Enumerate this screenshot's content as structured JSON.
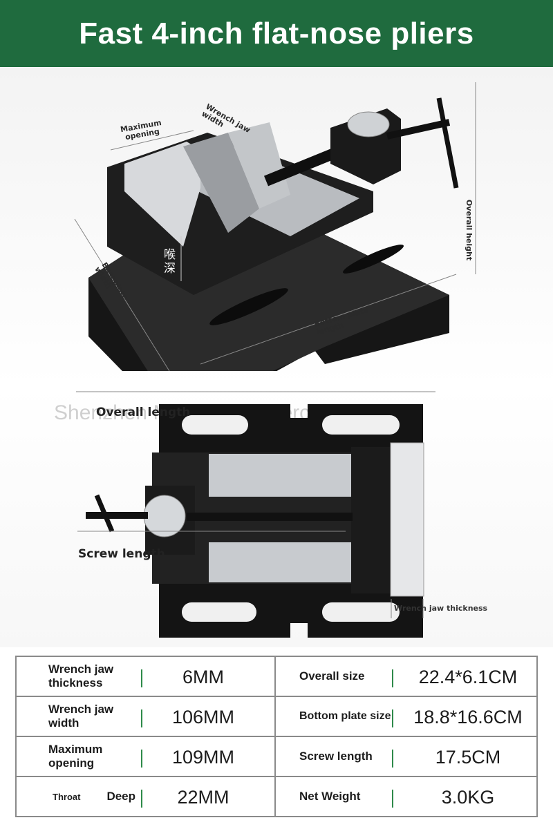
{
  "banner": {
    "title": "Fast 4-inch flat-nose pliers"
  },
  "diagram_labels": {
    "maximum_opening": "Maximum opening",
    "wrench_jaw_width": "Wrench jaw width",
    "overall_height": "Overall height",
    "baseplate_width": "Baseplate width",
    "bottom_plate_length": "Bottom plate length",
    "throat_chinese": "喉深",
    "overall_length": "Overall length",
    "screw_length": "Screw length",
    "wrench_jaw_thickness": "Wrench jaw thickness",
    "watermark": "Shenzhen Ming E-commerce Co., Ltd"
  },
  "specs": {
    "rows": [
      {
        "left_label": "Wrench jaw thickness",
        "left_value": "6MM",
        "right_label": "Overall size",
        "right_value": "22.4*6.1CM"
      },
      {
        "left_label": "Wrench jaw width",
        "left_value": "106MM",
        "right_label": "Bottom plate size",
        "right_value": "18.8*16.6CM"
      },
      {
        "left_label": "Maximum opening",
        "left_value": "109MM",
        "right_label": "Screw length",
        "right_value": "17.5CM"
      },
      {
        "left_label_a": "Throat",
        "left_label_b": "Deep",
        "left_value": "22MM",
        "right_label": "Net Weight",
        "right_value": "3.0KG"
      }
    ]
  },
  "colors": {
    "banner": "#1f6b3e",
    "separator": "#2e8a4a",
    "tool_body": "#1a1a1a",
    "steel": "#c9ccd0"
  }
}
